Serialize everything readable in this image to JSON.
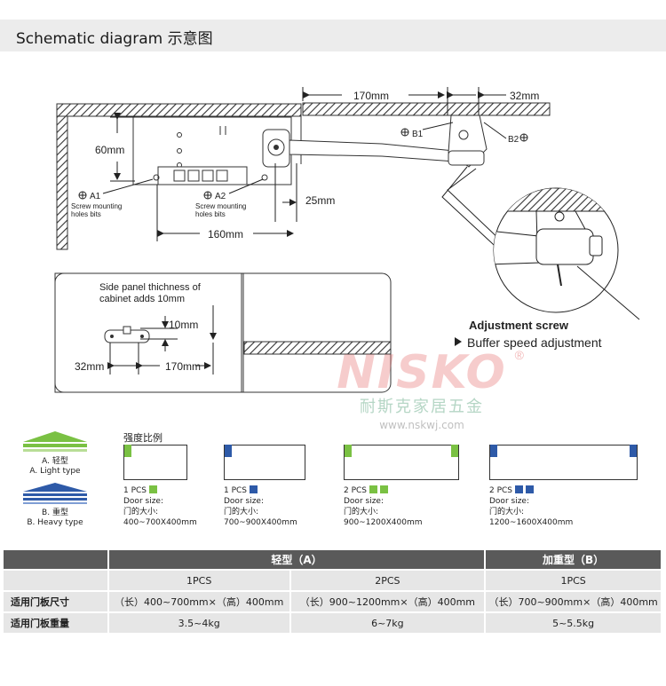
{
  "header": {
    "title": "Schematic diagram  示意图"
  },
  "diagram": {
    "dim_170_top": "170mm",
    "dim_32_top": "32mm",
    "dim_60": "60mm",
    "dim_25": "25mm",
    "dim_160": "160mm",
    "b1": "B1",
    "b2": "B2",
    "a1": "A1",
    "a2": "A2",
    "screw_line1": "Screw mounting",
    "screw_line2": "holes bits",
    "side_panel_line1": "Side panel thichness of",
    "side_panel_line2": "cabinet adds 10mm",
    "dim_10": "10mm",
    "dim_32_bottom": "32mm",
    "dim_170_bottom": "170mm",
    "adjust_title": "Adjustment screw",
    "adjust_sub": "Buffer speed adjustment"
  },
  "watermark": {
    "logo": "NISKO",
    "reg": "®",
    "cn": "耐斯克家居五金",
    "url": "www.nskwj.com"
  },
  "legend": {
    "light": {
      "line1": "A. 轻型",
      "line2": "A. Light type",
      "color": "#7ac143"
    },
    "heavy": {
      "line1": "B. 重型",
      "line2": "B. Heavy type",
      "color": "#2e5aa8"
    }
  },
  "strength_title": "强度比例",
  "cards": [
    {
      "pcs": "1 PCS",
      "door": "Door size:",
      "cn": "门的大小:",
      "size": "400~700X400mm",
      "color": "#7ac143",
      "count": 1
    },
    {
      "pcs": "1 PCS",
      "door": "Door size:",
      "cn": "门的大小:",
      "size": "700~900X400mm",
      "color": "#2e5aa8",
      "count": 1
    },
    {
      "pcs": "2 PCS",
      "door": "Door size:",
      "cn": "门的大小:",
      "size": "900~1200X400mm",
      "color": "#7ac143",
      "count": 2
    },
    {
      "pcs": "2 PCS",
      "door": "Door size:",
      "cn": "门的大小:",
      "size": "1200~1600X400mm",
      "color": "#2e5aa8",
      "count": 2
    }
  ],
  "table": {
    "head": [
      "",
      "轻型（A）",
      "加重型（B）"
    ],
    "rows": [
      {
        "label": "",
        "c1": "1PCS",
        "c2": "2PCS",
        "c3": "1PCS"
      },
      {
        "label": "适用门板尺寸",
        "c1": "（长）400~700mm×（高）400mm",
        "c2": "（长）900~1200mm×（高）400mm",
        "c3": "（长）700~900mm×（高）400mm"
      },
      {
        "label": "适用门板重量",
        "c1": "3.5~4kg",
        "c2": "6~7kg",
        "c3": "5~5.5kg"
      }
    ]
  }
}
